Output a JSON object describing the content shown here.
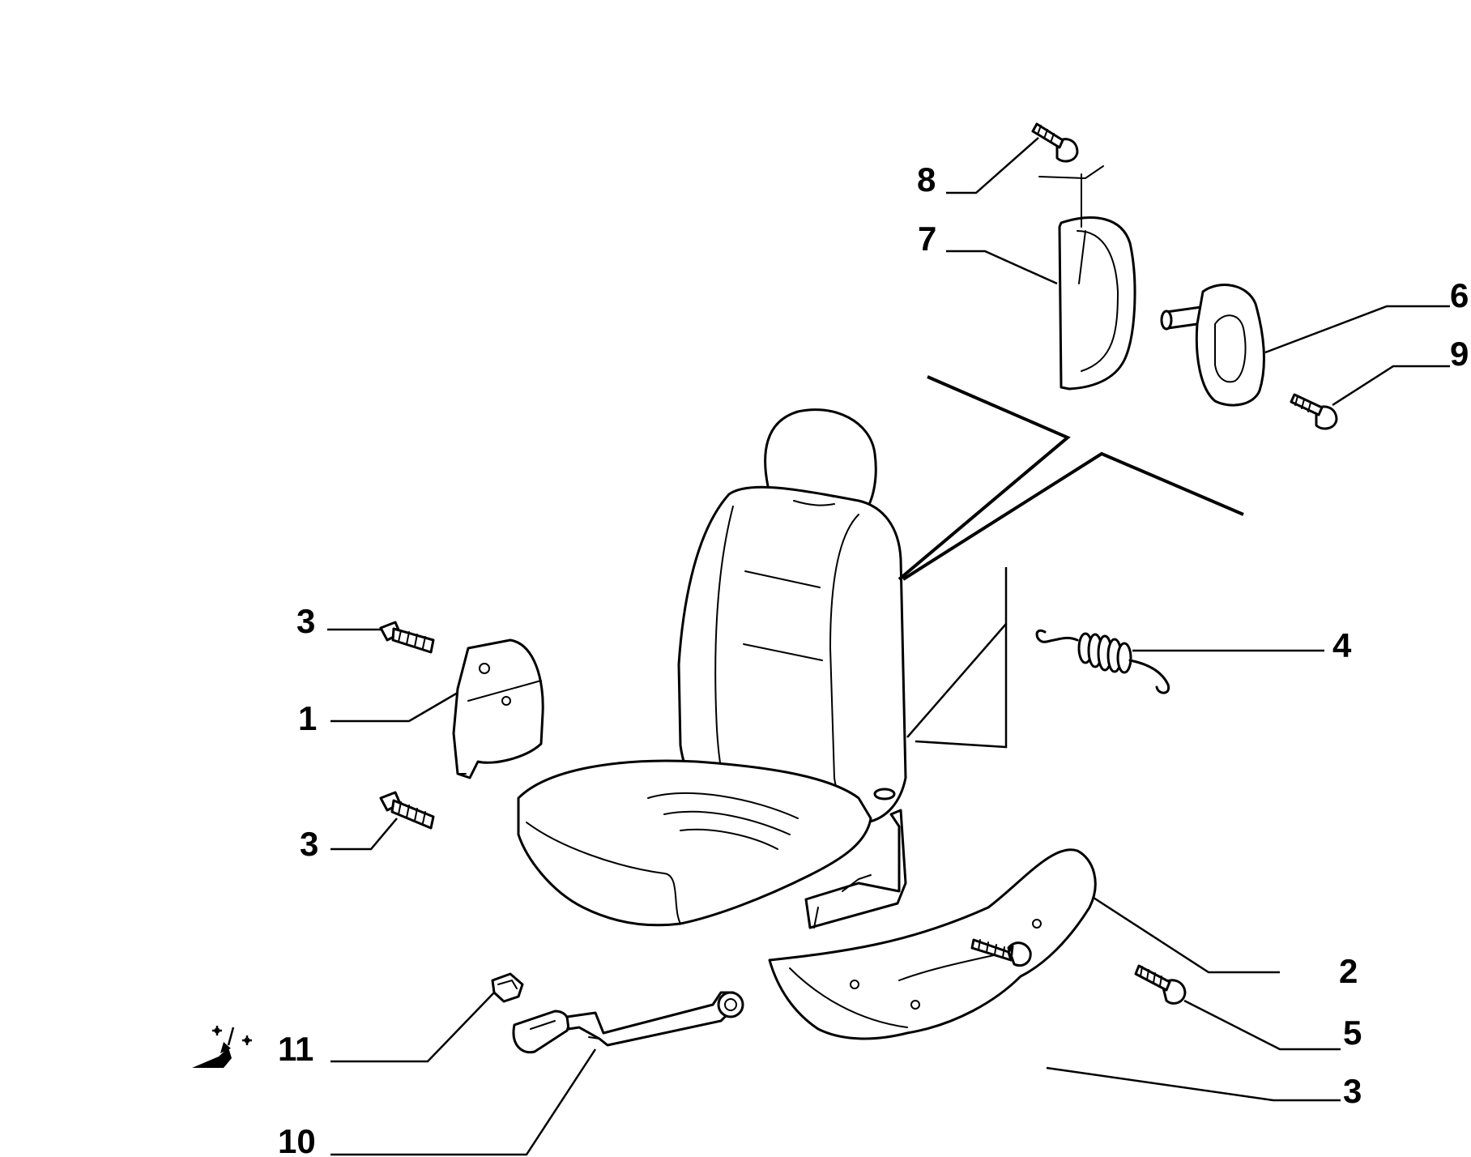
{
  "labels": {
    "l1": "1",
    "l2": "2",
    "l3a": "3",
    "l3b": "3",
    "l3c": "3",
    "l4": "4",
    "l5": "5",
    "l6": "6",
    "l7": "7",
    "l8": "8",
    "l9": "9",
    "l10": "10",
    "l11": "11"
  },
  "icons": {
    "seat_adjust_symbol": "seat-adjust-icon"
  },
  "colors": {
    "line": "#000000",
    "background": "#ffffff"
  }
}
